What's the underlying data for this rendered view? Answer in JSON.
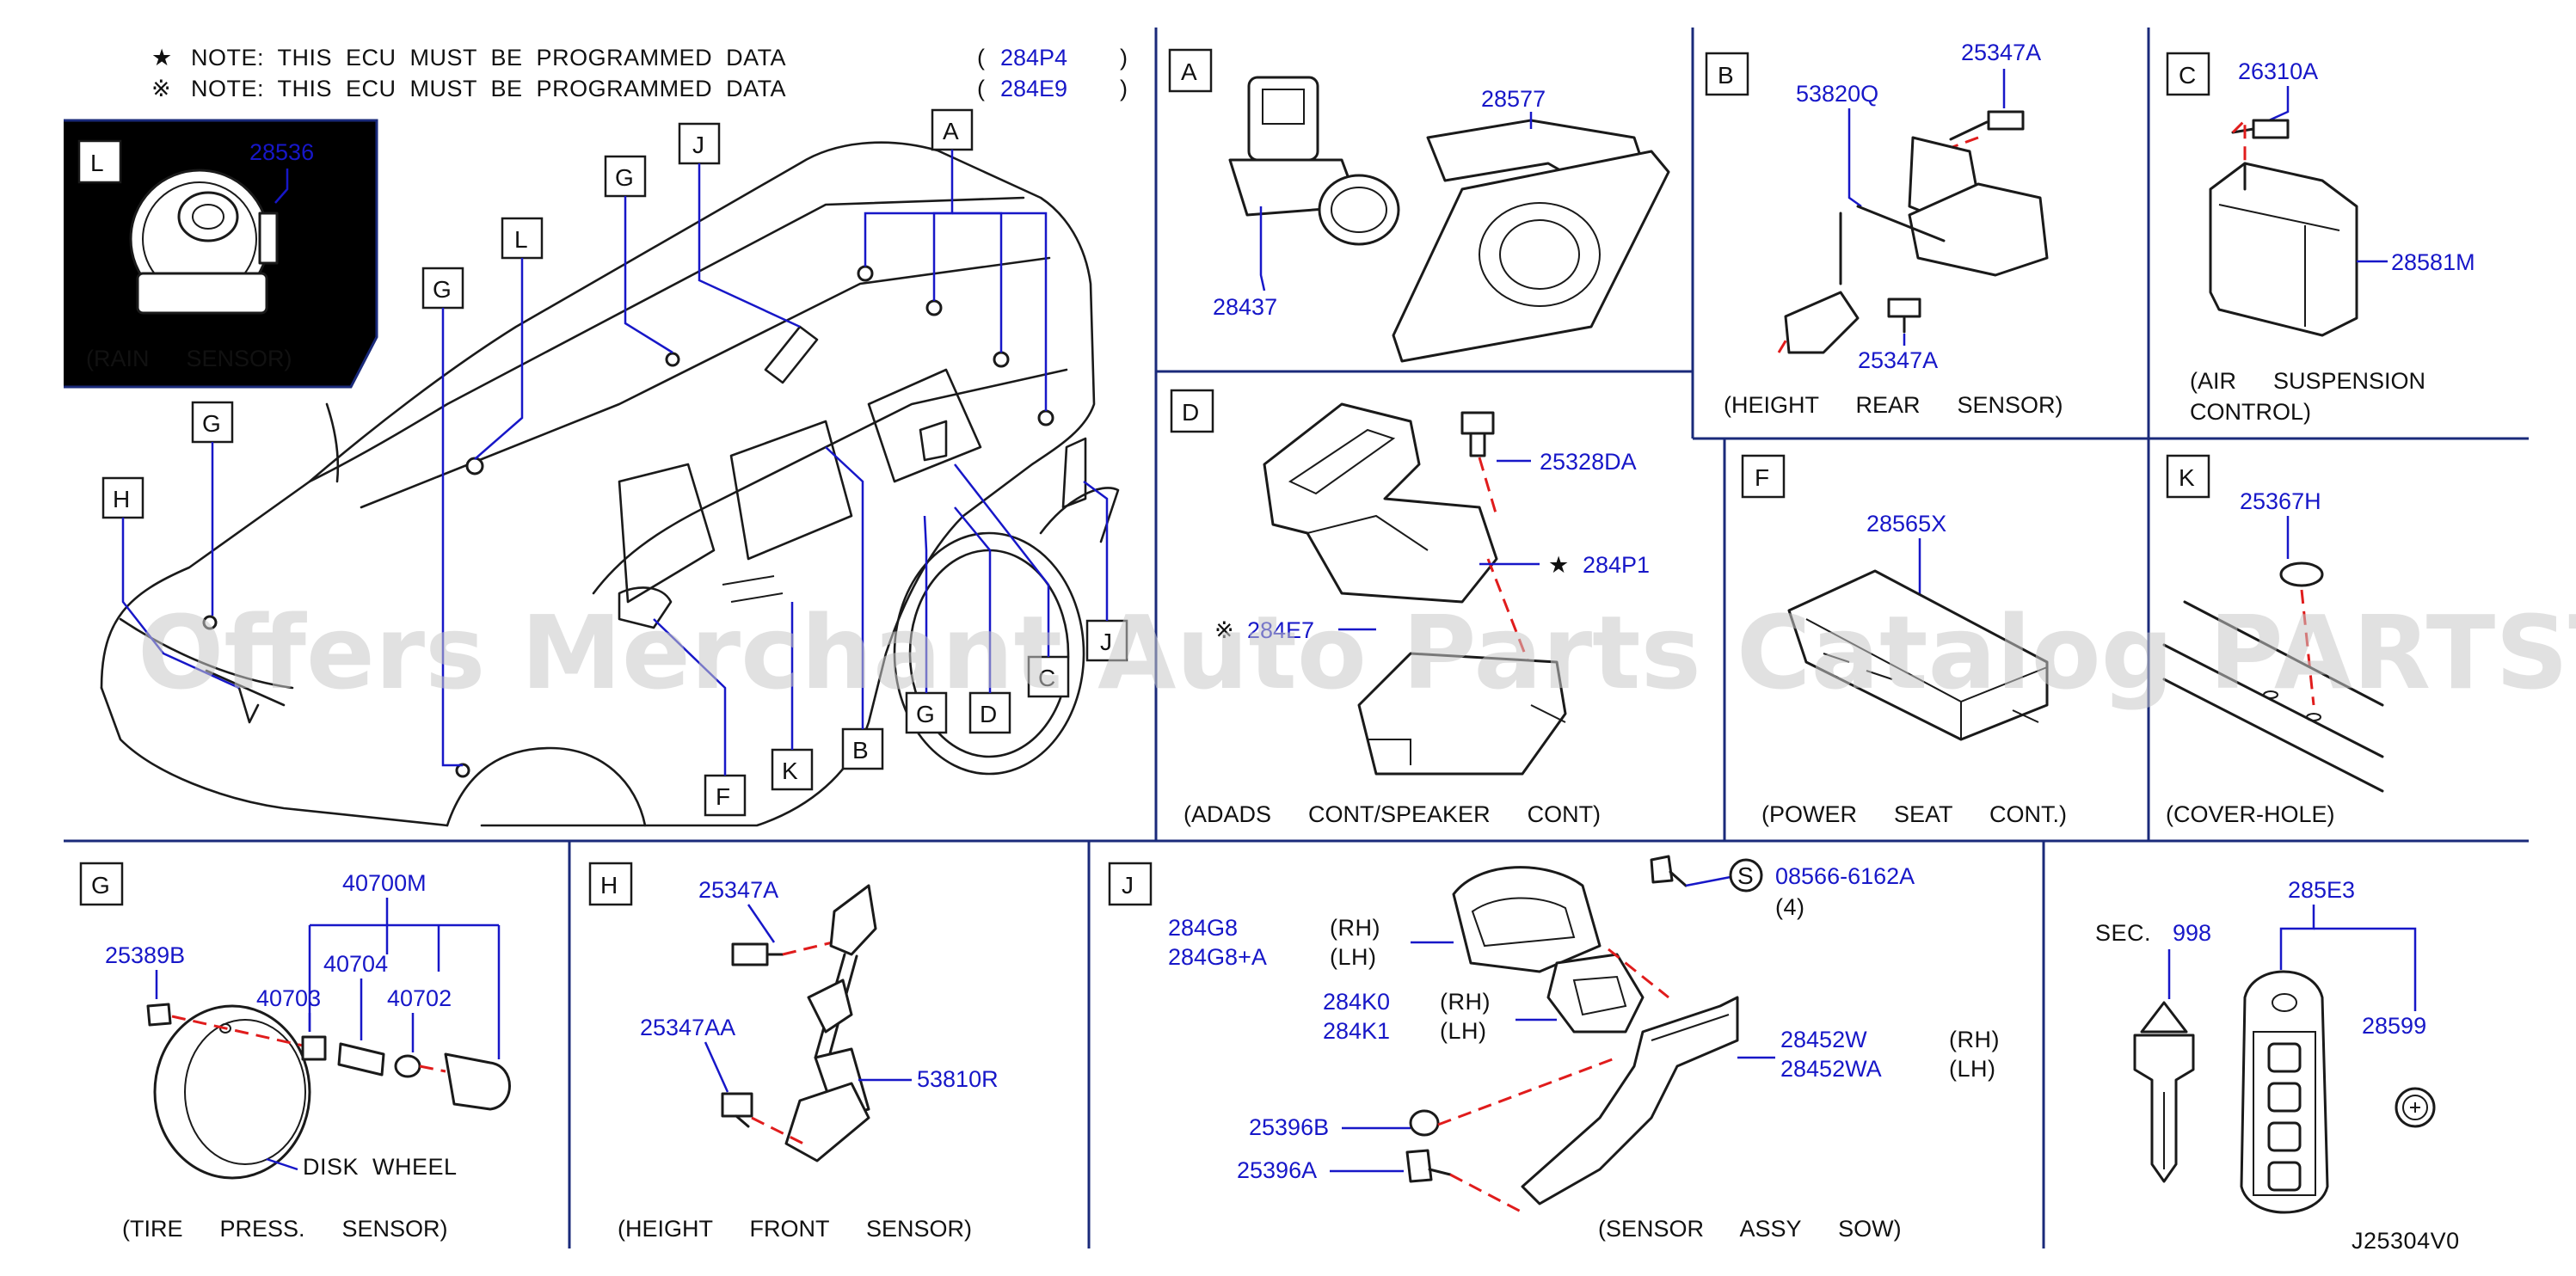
{
  "notes": {
    "line1": {
      "symbol": "★",
      "text": "NOTE:  THIS  ECU  MUST  BE  PROGRAMMED  DATA",
      "open": "(",
      "code": "284P4",
      "close": ")"
    },
    "line2": {
      "symbol": "※",
      "text": "NOTE:  THIS  ECU  MUST  BE  PROGRAMMED  DATA",
      "open": "(",
      "code": "284E9",
      "close": ")"
    }
  },
  "overview": {
    "callouts": [
      "A",
      "J",
      "G",
      "L",
      "G",
      "G",
      "H",
      "J",
      "C",
      "D",
      "G",
      "B",
      "K",
      "F"
    ]
  },
  "sections": {
    "L": {
      "letter": "L",
      "parts": [
        "28536"
      ],
      "caption": "(RAIN  SENSOR)"
    },
    "A": {
      "letter": "A",
      "parts": [
        "28577",
        "28437"
      ]
    },
    "B": {
      "letter": "B",
      "parts": [
        "25347A",
        "53820Q",
        "25347A"
      ],
      "caption": "(HEIGHT  REAR  SENSOR)"
    },
    "C": {
      "letter": "C",
      "parts": [
        "26310A",
        "28581M"
      ],
      "caption_line1": "(AIR  SUSPENSION",
      "caption_line2": "CONTROL)"
    },
    "D": {
      "letter": "D",
      "parts": [
        "25328DA",
        "284P1",
        "284E7"
      ],
      "marks": [
        "★",
        "※"
      ],
      "caption": "(ADADS  CONT/SPEAKER  CONT)"
    },
    "F": {
      "letter": "F",
      "parts": [
        "28565X"
      ],
      "caption": "(POWER  SEAT  CONT.)"
    },
    "K": {
      "letter": "K",
      "parts": [
        "25367H"
      ],
      "caption": "(COVER-HOLE)"
    },
    "G": {
      "letter": "G",
      "parts": [
        "40700M",
        "25389B",
        "40704",
        "40703",
        "40702"
      ],
      "label": "DISK  WHEEL",
      "caption": "(TIRE  PRESS.  SENSOR)"
    },
    "H": {
      "letter": "H",
      "parts": [
        "25347A",
        "25347AA",
        "53810R"
      ],
      "caption": "(HEIGHT  FRONT  SENSOR)"
    },
    "J": {
      "letter": "J",
      "parts": [
        "284G8",
        "284G8+A",
        "284K0",
        "284K1",
        "28452W",
        "28452WA",
        "25396B",
        "25396A",
        "08566-6162A"
      ],
      "sides": [
        "(RH)",
        "(LH)",
        "(RH)",
        "(LH)",
        "(RH)",
        "(LH)"
      ],
      "s_mark": "S",
      "qty": "(4)",
      "caption": "(SENSOR  ASSY  SOW)"
    },
    "key": {
      "sec_label": "SEC.",
      "sec_number": "998",
      "parts": [
        "285E3",
        "28599"
      ]
    }
  },
  "diagram_code": "J25304V0",
  "watermark": "Offers Merchant Auto Parts Catalog PARTSTORE.SA",
  "colors": {
    "part_number": "#1717c8",
    "divider": "#1a2a7a",
    "fastener_path": "#e01c1c"
  }
}
